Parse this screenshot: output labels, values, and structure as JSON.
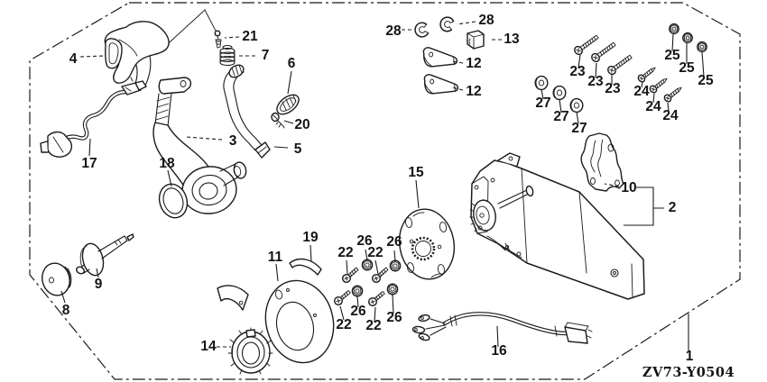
{
  "diagram": {
    "code": "ZV73-Y0504",
    "type": "exploded-parts-diagram",
    "colors": {
      "line": "#1b1b1b",
      "background": "#ffffff"
    },
    "part_numbers": {
      "p1": "1",
      "p2": "2",
      "p3": "3",
      "p4": "4",
      "p5": "5",
      "p6": "6",
      "p7": "7",
      "p8": "8",
      "p9": "9",
      "p10": "10",
      "p11": "11",
      "p12": "12",
      "p13": "13",
      "p14": "14",
      "p15": "15",
      "p16": "16",
      "p17": "17",
      "p18": "18",
      "p19": "19",
      "p20": "20",
      "p21": "21",
      "p22": "22",
      "p23": "23",
      "p24": "24",
      "p25": "25",
      "p26": "26",
      "p27": "27",
      "p28": "28"
    }
  }
}
